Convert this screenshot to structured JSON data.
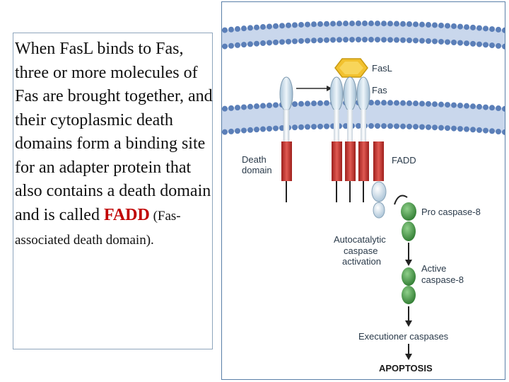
{
  "text": {
    "line1": "When Fas",
    "line1b": "L binds to Fas, three or more molecules of Fas are brought together, and their cytoplasmic death domains form a binding site for an adapter protein that also contains a death domain and is called ",
    "fadd": "FADD",
    "tail": " (Fas-associated death domain)."
  },
  "figure": {
    "labels": {
      "fasl": "FasL",
      "fas": "Fas",
      "death_domain_1": "Death",
      "death_domain_2": "domain",
      "fadd": "FADD",
      "procaspase": "Pro caspase-8",
      "autocat_1": "Autocatalytic",
      "autocat_2": "caspase",
      "autocat_3": "activation",
      "active_1": "Active",
      "active_2": "caspase-8",
      "executioner": "Executioner caspases",
      "apoptosis": "APOPTOSIS"
    },
    "colors": {
      "membrane_head": "#5b7fb8",
      "membrane_bg": "#c9d7ec",
      "receptor_red": "#c0312e",
      "receptor_light": "#d6e4ef",
      "fasl_yellow": "#f2c12e",
      "caspase_green": "#3f8f3f"
    }
  }
}
